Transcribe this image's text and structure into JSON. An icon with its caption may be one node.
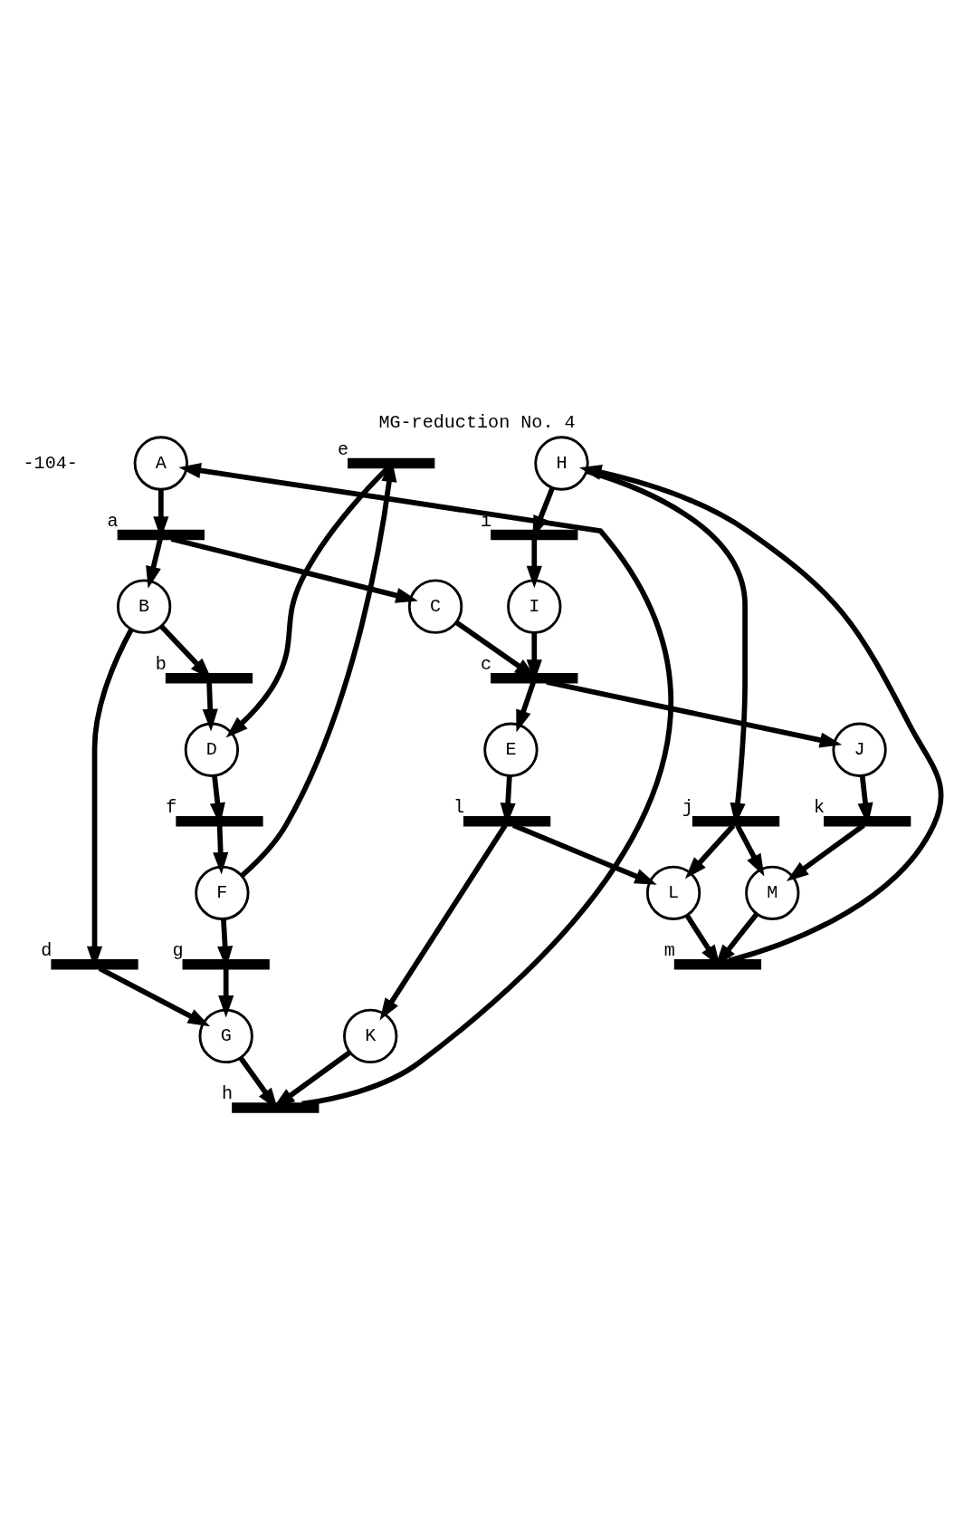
{
  "diagram": {
    "title": "MG-reduction No. 4",
    "nodes": [
      {
        "text": [
          "A"
        ]
      },
      {
        "text": [
          "H"
        ]
      },
      {
        "text": [],
        "shape": "bar",
        "beside": [
          "a"
        ]
      },
      {
        "text": [],
        "shape": "bar",
        "beside": [
          "i"
        ]
      },
      {
        "text": [],
        "shape": "bar",
        "beside": [
          "j"
        ]
      },
      {
        "text": [
          "B"
        ]
      },
      {
        "text": [
          "C"
        ]
      },
      {
        "text": [
          "I"
        ]
      },
      {
        "text": [],
        "shape": "bar",
        "beside": [
          "b"
        ]
      },
      {
        "text": [],
        "shape": "bar",
        "beside": [
          "d"
        ]
      },
      {
        "text": [],
        "shape": "bar",
        "beside": [
          "c"
        ]
      },
      {
        "text": [
          "D"
        ]
      },
      {
        "text": [
          "E"
        ]
      },
      {
        "text": [
          "J"
        ]
      },
      {
        "text": [],
        "shape": "bar",
        "beside": [
          "e"
        ]
      },
      {
        "text": [],
        "shape": "bar",
        "beside": [
          "f"
        ]
      },
      {
        "text": [],
        "shape": "bar",
        "beside": [
          "l"
        ]
      },
      {
        "text": [],
        "shape": "bar",
        "beside": [
          "k"
        ]
      },
      {
        "text": [
          "F"
        ]
      },
      {
        "text": [],
        "shape": "bar",
        "beside": [
          "g"
        ]
      },
      {
        "text": [
          "G"
        ]
      },
      {
        "text": [
          "K"
        ]
      },
      {
        "text": [
          "L"
        ]
      },
      {
        "text": [
          "M"
        ]
      },
      {
        "text": [],
        "shape": "bar",
        "beside": [
          "h"
        ]
      },
      {
        "text": [],
        "shape": "bar",
        "beside": [
          "m"
        ]
      }
    ],
    "edges": [
      {
        "from": 0,
        "to": 2,
        "arrow": "to"
      },
      {
        "from": 2,
        "to": 5,
        "arrow": "to"
      },
      {
        "from": 2,
        "to": 6,
        "arrow": "to"
      },
      {
        "from": 1,
        "to": 3,
        "arrow": "to"
      },
      {
        "from": 1,
        "to": 4,
        "arrow": "to"
      },
      {
        "from": 3,
        "to": 7,
        "arrow": "to"
      },
      {
        "from": 5,
        "to": 8,
        "arrow": "to"
      },
      {
        "from": 5,
        "to": 9,
        "arrow": "to"
      },
      {
        "from": 6,
        "to": 10,
        "arrow": "to"
      },
      {
        "from": 7,
        "to": 10,
        "arrow": "to"
      },
      {
        "from": 8,
        "to": 11,
        "arrow": "to"
      },
      {
        "from": 10,
        "to": 12,
        "arrow": "to"
      },
      {
        "from": 10,
        "to": 13,
        "arrow": "to"
      },
      {
        "from": 11,
        "to": 15,
        "arrow": "to"
      },
      {
        "from": 14,
        "to": 11,
        "arrow": "to"
      },
      {
        "from": 15,
        "to": 18,
        "arrow": "to"
      },
      {
        "from": 18,
        "to": 14,
        "arrow": "to"
      },
      {
        "from": 12,
        "to": 16,
        "arrow": "to"
      },
      {
        "from": 13,
        "to": 17,
        "arrow": "to"
      },
      {
        "from": 16,
        "to": 21,
        "arrow": "to"
      },
      {
        "from": 16,
        "to": 22,
        "arrow": "to"
      },
      {
        "from": 17,
        "to": 23,
        "arrow": "to"
      },
      {
        "from": 4,
        "to": 22,
        "arrow": "to"
      },
      {
        "from": 4,
        "to": 23,
        "arrow": "to"
      },
      {
        "from": 9,
        "to": 20,
        "arrow": "to"
      },
      {
        "from": 18,
        "to": 19,
        "arrow": "to"
      },
      {
        "from": 19,
        "to": 20,
        "arrow": "to"
      },
      {
        "from": 20,
        "to": 24,
        "arrow": "to"
      },
      {
        "from": 21,
        "to": 24,
        "arrow": "to"
      },
      {
        "from": 22,
        "to": 25,
        "arrow": "to"
      },
      {
        "from": 23,
        "to": 25,
        "arrow": "to"
      },
      {
        "from": 24,
        "to": 0,
        "arrow": "to"
      },
      {
        "from": 25,
        "to": 1,
        "arrow": "to"
      }
    ],
    "labels": [
      "-104-"
    ]
  }
}
